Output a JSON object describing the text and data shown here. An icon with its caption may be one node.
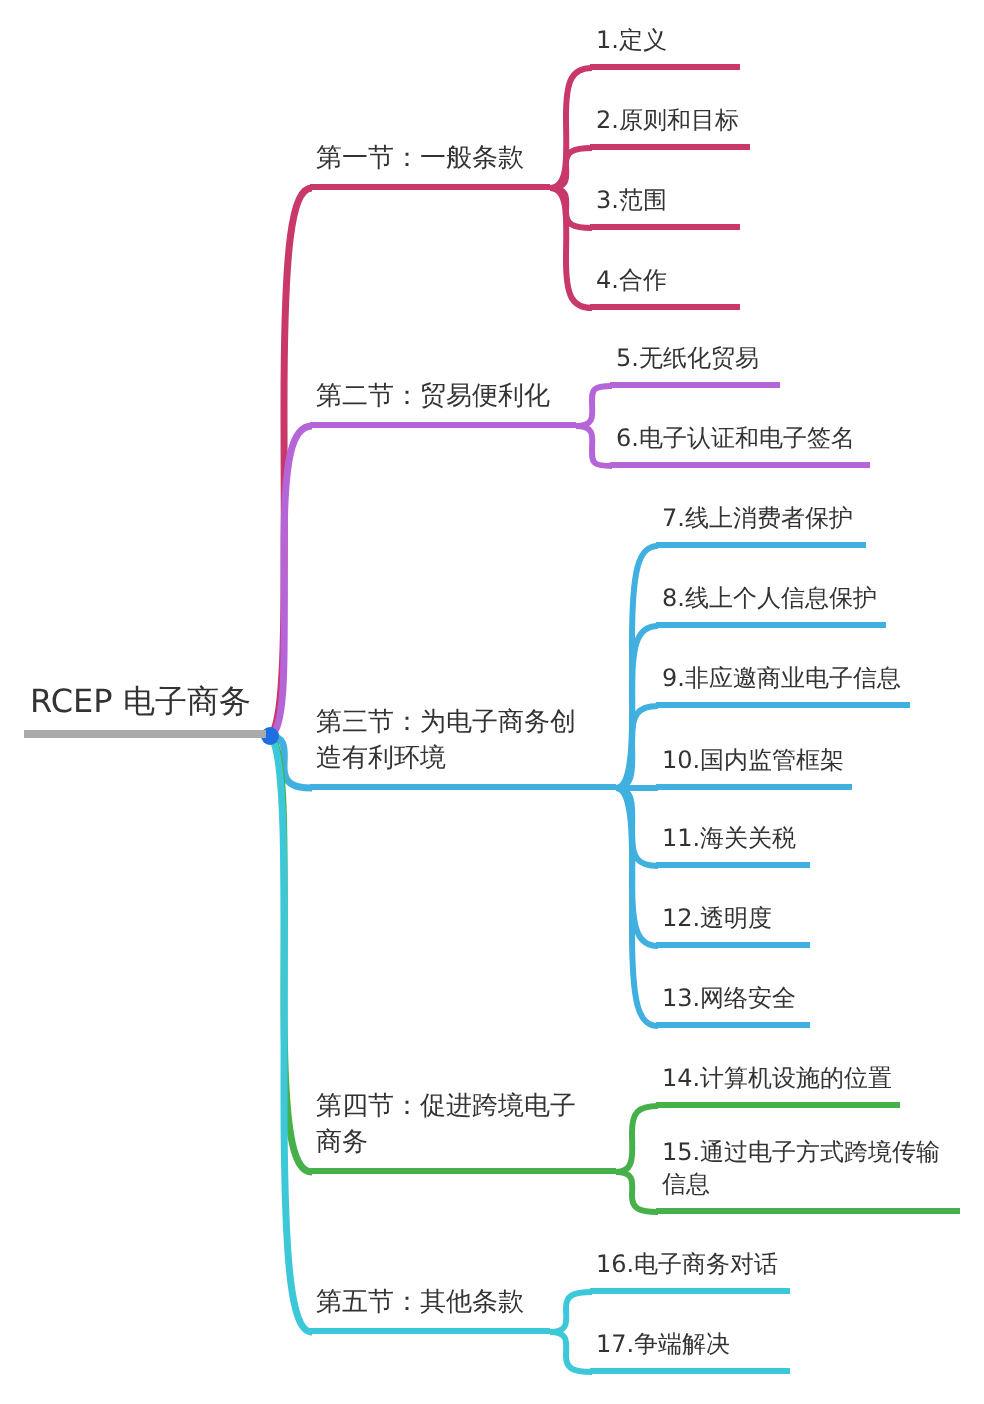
{
  "diagram": {
    "nodes": [
      {
        "text": [
          "RCEP 电子商务"
        ]
      },
      {
        "text": [
          "第一节：一般条款"
        ]
      },
      {
        "text": [
          "1.定义"
        ]
      },
      {
        "text": [
          "2.原则和目标"
        ]
      },
      {
        "text": [
          "3.范围"
        ]
      },
      {
        "text": [
          "4.合作"
        ]
      },
      {
        "text": [
          "第二节：贸易便利化"
        ]
      },
      {
        "text": [
          "5.无纸化贸易"
        ]
      },
      {
        "text": [
          "6.电子认证和电子签名"
        ]
      },
      {
        "text": [
          "第三节：为电子商务创造有利环境"
        ]
      },
      {
        "text": [
          "7.线上消费者保护"
        ]
      },
      {
        "text": [
          "8.线上个人信息保护"
        ]
      },
      {
        "text": [
          "9.非应邀商业电子信息"
        ]
      },
      {
        "text": [
          "10.国内监管框架"
        ]
      },
      {
        "text": [
          "11.海关关税"
        ]
      },
      {
        "text": [
          "12.透明度"
        ]
      },
      {
        "text": [
          "13.网络安全"
        ]
      },
      {
        "text": [
          "第四节：促进跨境电子商务"
        ]
      },
      {
        "text": [
          "14.计算机设施的位置"
        ]
      },
      {
        "text": [
          "15.通过电子方式跨境传输信息"
        ]
      },
      {
        "text": [
          "第五节：其他条款"
        ]
      },
      {
        "text": [
          "16.电子商务对话"
        ]
      },
      {
        "text": [
          "17.争端解决"
        ]
      }
    ],
    "edges": [
      {
        "from": 0,
        "to": 1,
        "arrow": "none",
        "color": "#c8386a"
      },
      {
        "from": 1,
        "to": 2,
        "arrow": "none",
        "color": "#c8386a"
      },
      {
        "from": 1,
        "to": 3,
        "arrow": "none",
        "color": "#c8386a"
      },
      {
        "from": 1,
        "to": 4,
        "arrow": "none",
        "color": "#c8386a"
      },
      {
        "from": 1,
        "to": 5,
        "arrow": "none",
        "color": "#c8386a"
      },
      {
        "from": 0,
        "to": 6,
        "arrow": "none",
        "color": "#b565d8"
      },
      {
        "from": 6,
        "to": 7,
        "arrow": "none",
        "color": "#b565d8"
      },
      {
        "from": 6,
        "to": 8,
        "arrow": "none",
        "color": "#b565d8"
      },
      {
        "from": 0,
        "to": 9,
        "arrow": "none",
        "color": "#3fb0e0"
      },
      {
        "from": 9,
        "to": 10,
        "arrow": "none",
        "color": "#3fb0e0"
      },
      {
        "from": 9,
        "to": 11,
        "arrow": "none",
        "color": "#3fb0e0"
      },
      {
        "from": 9,
        "to": 12,
        "arrow": "none",
        "color": "#3fb0e0"
      },
      {
        "from": 9,
        "to": 13,
        "arrow": "none",
        "color": "#3fb0e0"
      },
      {
        "from": 9,
        "to": 14,
        "arrow": "none",
        "color": "#3fb0e0"
      },
      {
        "from": 9,
        "to": 15,
        "arrow": "none",
        "color": "#3fb0e0"
      },
      {
        "from": 9,
        "to": 16,
        "arrow": "none",
        "color": "#3fb0e0"
      },
      {
        "from": 0,
        "to": 17,
        "arrow": "none",
        "color": "#46b04a"
      },
      {
        "from": 17,
        "to": 18,
        "arrow": "none",
        "color": "#46b04a"
      },
      {
        "from": 17,
        "to": 19,
        "arrow": "none",
        "color": "#46b04a"
      },
      {
        "from": 0,
        "to": 20,
        "arrow": "none",
        "color": "#3cc8d8"
      },
      {
        "from": 20,
        "to": 21,
        "arrow": "none",
        "color": "#3cc8d8"
      },
      {
        "from": 20,
        "to": 22,
        "arrow": "none",
        "color": "#3cc8d8"
      }
    ]
  }
}
